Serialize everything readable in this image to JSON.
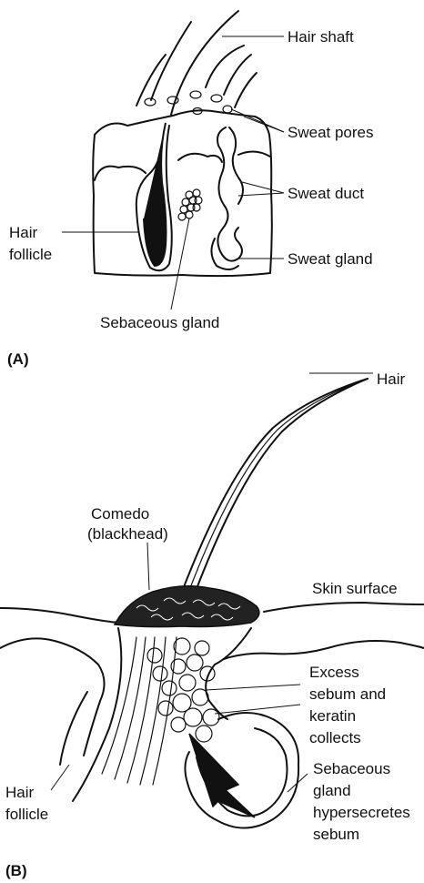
{
  "figure_a": {
    "panel_label": "(A)",
    "labels": {
      "hair_shaft": "Hair shaft",
      "sweat_pores": "Sweat pores",
      "sweat_duct": "Sweat duct",
      "hair_follicle_line1": "Hair",
      "hair_follicle_line2": "follicle",
      "sweat_gland": "Sweat gland",
      "sebaceous_gland": "Sebaceous gland"
    }
  },
  "figure_b": {
    "panel_label": "(B)",
    "labels": {
      "hair": "Hair",
      "comedo_line1": "Comedo",
      "comedo_line2": "(blackhead)",
      "skin_surface": "Skin surface",
      "excess_line1": "Excess",
      "excess_line2": "sebum and",
      "excess_line3": "keratin",
      "excess_line4": "collects",
      "sebaceous_line1": "Sebaceous",
      "sebaceous_line2": "gland",
      "sebaceous_line3": "hypersecretes",
      "sebaceous_line4": "sebum",
      "hair_follicle_line1": "Hair",
      "hair_follicle_line2": "follicle"
    }
  },
  "colors": {
    "ink": "#111111",
    "background": "#ffffff"
  }
}
